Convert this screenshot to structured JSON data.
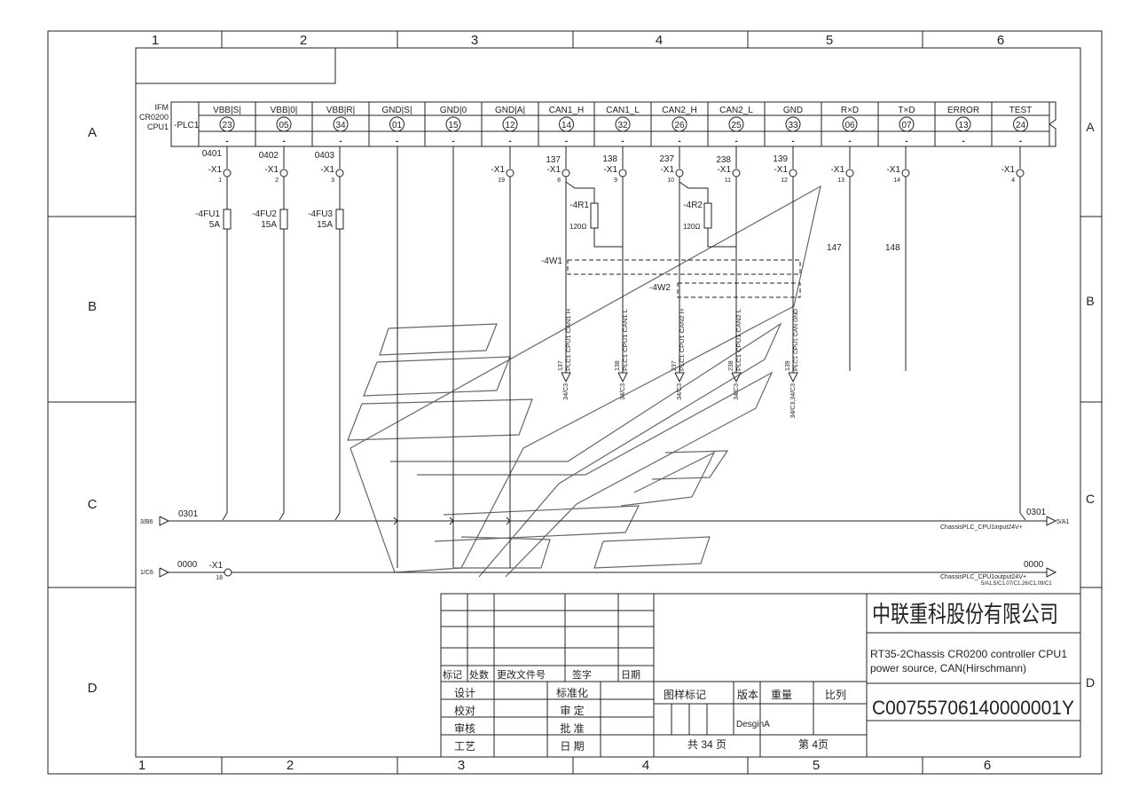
{
  "border": {
    "columns": [
      "1",
      "2",
      "3",
      "4",
      "5",
      "6"
    ],
    "rows": [
      "A",
      "B",
      "C",
      "D"
    ]
  },
  "mirrored_label": "C00755706140000001Y",
  "plc": {
    "maker": "IFM",
    "model": "CR0200",
    "cpu": "CPU1",
    "tag": "-PLC1",
    "pins": [
      {
        "name": "VBB|S|",
        "num": "23"
      },
      {
        "name": "VBB|0|",
        "num": "05"
      },
      {
        "name": "VBB|R|",
        "num": "34"
      },
      {
        "name": "GND|S|",
        "num": "01"
      },
      {
        "name": "GND|0",
        "num": "15"
      },
      {
        "name": "GND|A|",
        "num": "12"
      },
      {
        "name": "CAN1_H",
        "num": "14"
      },
      {
        "name": "CAN1_L",
        "num": "32"
      },
      {
        "name": "CAN2_H",
        "num": "26"
      },
      {
        "name": "CAN2_L",
        "num": "25"
      },
      {
        "name": "GND",
        "num": "33"
      },
      {
        "name": "R×D",
        "num": "06"
      },
      {
        "name": "T×D",
        "num": "07"
      },
      {
        "name": "ERROR",
        "num": "13"
      },
      {
        "name": "TEST",
        "num": "24"
      }
    ],
    "dot": "-"
  },
  "terminals": [
    {
      "wire": "0401",
      "tag": "-X1",
      "num": "1"
    },
    {
      "wire": "0402",
      "tag": "-X1",
      "num": "2"
    },
    {
      "wire": "0403",
      "tag": "-X1",
      "num": "3"
    },
    {
      "wire": "",
      "tag": "-X1",
      "num": "19"
    },
    {
      "wire": "137",
      "tag": "-X1",
      "num": "8"
    },
    {
      "wire": "138",
      "tag": "-X1",
      "num": "9"
    },
    {
      "wire": "237",
      "tag": "-X1",
      "num": "10"
    },
    {
      "wire": "238",
      "tag": "-X1",
      "num": "11"
    },
    {
      "wire": "139",
      "tag": "-X1",
      "num": "12"
    },
    {
      "wire": "",
      "tag": "-X1",
      "num": "13"
    },
    {
      "wire": "",
      "tag": "-X1",
      "num": "14"
    },
    {
      "wire": "",
      "tag": "-X1",
      "num": "4"
    }
  ],
  "fuses": [
    {
      "tag": "-4FU1",
      "rating": "5A"
    },
    {
      "tag": "-4FU2",
      "rating": "15A"
    },
    {
      "tag": "-4FU3",
      "rating": "15A"
    }
  ],
  "resistors": [
    {
      "tag": "-4R1",
      "value": "120Ω"
    },
    {
      "tag": "-4R2",
      "value": "120Ω"
    }
  ],
  "cables": [
    "-4W1",
    "-4W2"
  ],
  "wire_numbers": [
    "147",
    "148"
  ],
  "signals": [
    {
      "wire": "137",
      "desc": "PLC1 CPU1 CAN1 H",
      "ref": "34/C3"
    },
    {
      "wire": "138",
      "desc": "PLC1 CPU1 CAN1 L",
      "ref": "34/C3"
    },
    {
      "wire": "237",
      "desc": "PLC1 CPU1 CAN2 H",
      "ref": "34/C3"
    },
    {
      "wire": "238",
      "desc": "PLC1 CPU1 CAN2 L",
      "ref": "34/C3"
    },
    {
      "wire": "139",
      "desc": "PLC1 CPU1 CAN GND",
      "ref": "34/C3,34/C3"
    }
  ],
  "bus_0301": {
    "from_ref": "3/B6",
    "wire": "0301",
    "wire_right": "0301",
    "desc": "ChassisPLC_CPU1input24V+",
    "to_ref": "5/A1"
  },
  "bus_0000": {
    "from_ref": "1/C6",
    "wire": "0000",
    "terminal_tag": "-X1",
    "terminal_num": "18",
    "wire_right": "0000",
    "desc": "ChassisPLC_CPU1output24V+",
    "to_ref": "5/A1,5/C1,07/C1,26/C1,09/C1"
  },
  "title_block": {
    "rev_headers": [
      "标记",
      "处数",
      "更改文件号",
      "签字",
      "日期"
    ],
    "roles_left": [
      "设计",
      "校对",
      "审核",
      "工艺"
    ],
    "roles_right": [
      "标准化",
      "审 定",
      "批 准",
      "日 期"
    ],
    "attr_headers": [
      "图样标记",
      "版本",
      "重量",
      "比列"
    ],
    "version": "DesginA",
    "total_pages": "共 34 页",
    "page": "第 4页",
    "company": "中联重科股份有限公司",
    "drawing_title": "RT35-2Chassis CR0200 controller CPU1 power source, CAN(Hirschmann)",
    "drawing_number": "C00755706140000001Y"
  }
}
